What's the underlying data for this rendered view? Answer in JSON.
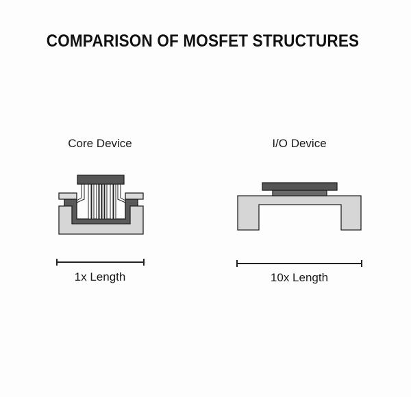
{
  "title": "COMPARISON OF MOSFET STRUCTURES",
  "core_device": {
    "label": "Core Device",
    "scale_label": "1x Length"
  },
  "io_device": {
    "label": "I/O Device",
    "scale_label": "10x Length"
  },
  "colors": {
    "gate": "#555555",
    "oxide": "#6a6a6a",
    "substrate": "#d6d6d6",
    "outline": "#222222",
    "pad": "#dcdcdc"
  }
}
